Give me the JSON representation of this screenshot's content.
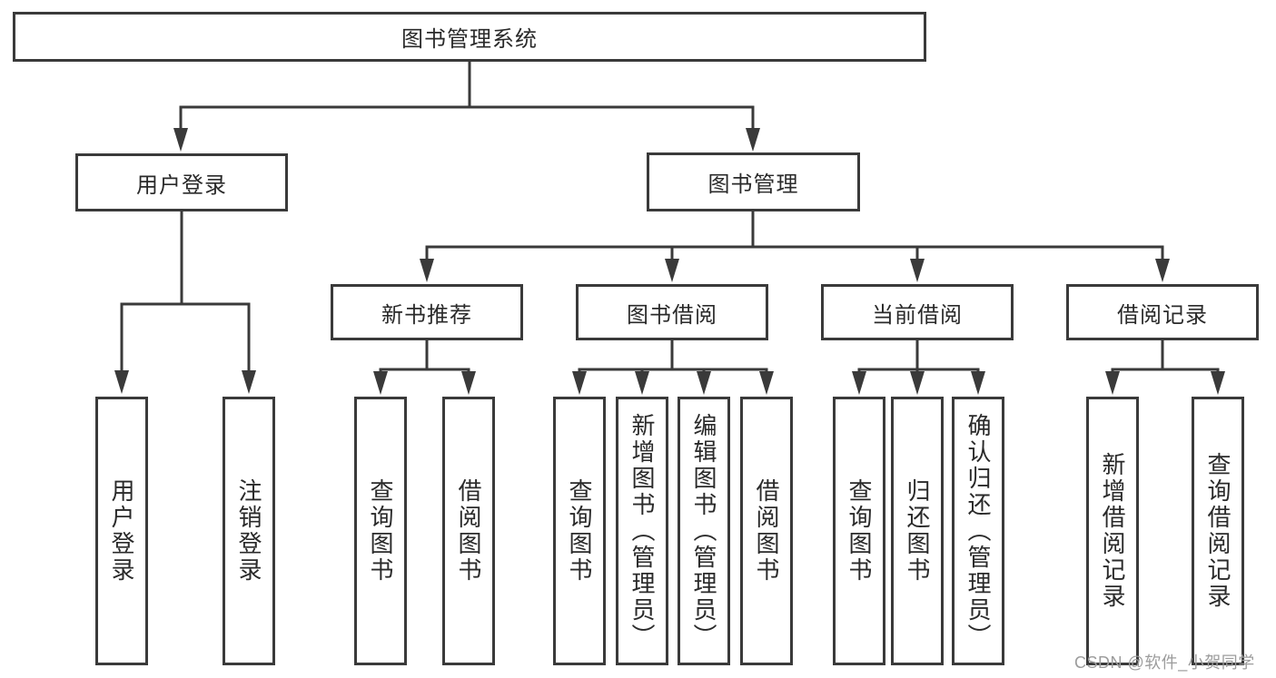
{
  "diagram": {
    "root": {
      "label": "图书管理系统"
    },
    "level2": [
      {
        "label": "用户登录"
      },
      {
        "label": "图书管理"
      }
    ],
    "level3": [
      {
        "label": "新书推荐"
      },
      {
        "label": "图书借阅"
      },
      {
        "label": "当前借阅"
      },
      {
        "label": "借阅记录"
      }
    ],
    "leaves": {
      "user": [
        "用户登录",
        "注销登录"
      ],
      "recommend": [
        "查询图书",
        "借阅图书"
      ],
      "borrow": [
        "查询图书",
        "新增图书（管理员）",
        "编辑图书（管理员）",
        "借阅图书"
      ],
      "current": [
        "查询图书",
        "归还图书",
        "确认归还（管理员）"
      ],
      "records": [
        "新增借阅记录",
        "查询借阅记录"
      ]
    }
  },
  "watermark": {
    "text": "CSDN @软件_小贺同学"
  },
  "colors": {
    "line": "#3a3a3a",
    "text": "#2a2a2a",
    "bg": "#ffffff",
    "watermark": "#9c9c9c"
  }
}
